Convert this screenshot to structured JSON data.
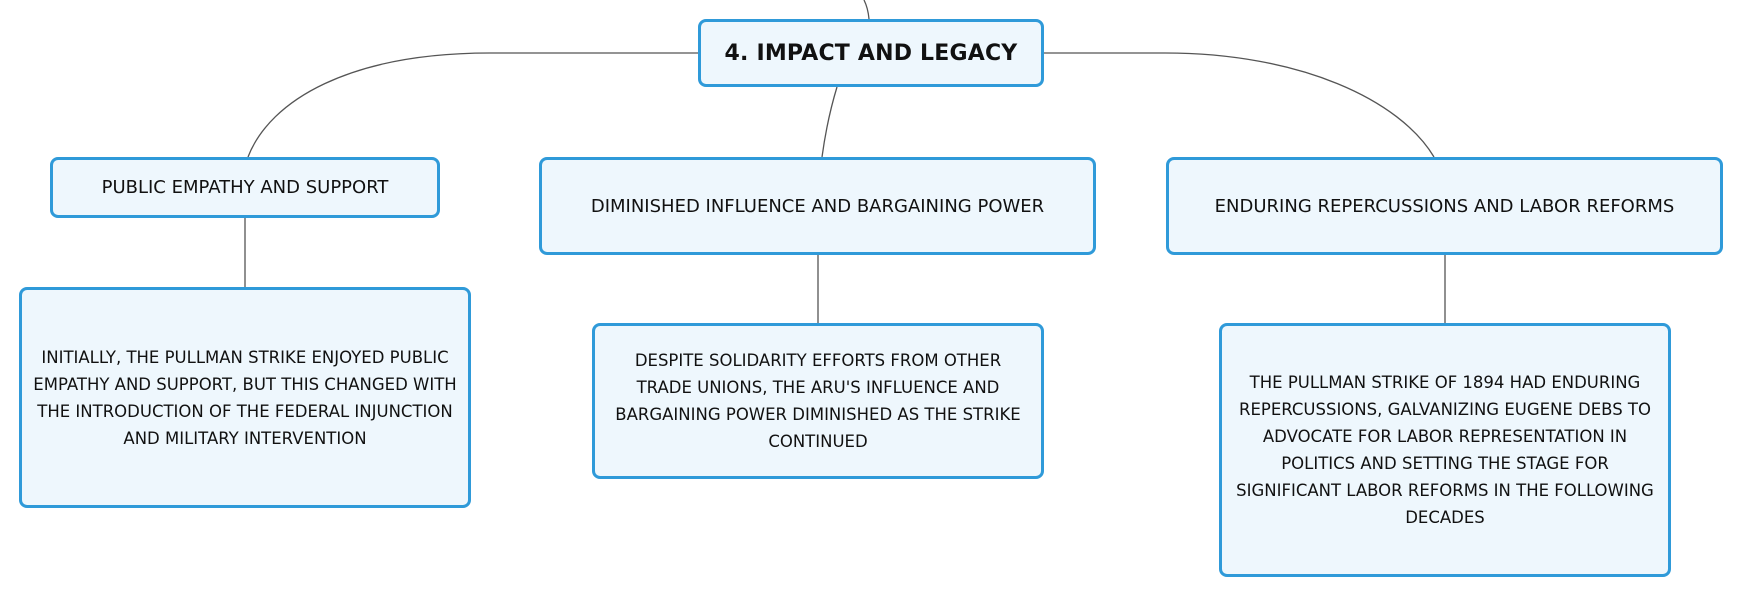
{
  "colors": {
    "node_border": "#2f9ad9",
    "node_fill": "#eef7fd",
    "connector": "#555555",
    "text": "#111111"
  },
  "root": {
    "label": "4. IMPACT AND LEGACY"
  },
  "branches": [
    {
      "label": "PUBLIC EMPATHY AND SUPPORT",
      "detail": "INITIALLY, THE PULLMAN STRIKE ENJOYED PUBLIC EMPATHY AND SUPPORT, BUT THIS CHANGED WITH THE INTRODUCTION OF THE FEDERAL INJUNCTION AND MILITARY INTERVENTION"
    },
    {
      "label": "DIMINISHED INFLUENCE AND BARGAINING POWER",
      "detail": "DESPITE SOLIDARITY EFFORTS FROM OTHER TRADE UNIONS, THE ARU'S INFLUENCE AND BARGAINING POWER DIMINISHED AS THE STRIKE CONTINUED"
    },
    {
      "label": "ENDURING REPERCUSSIONS AND LABOR REFORMS",
      "detail": "THE PULLMAN STRIKE OF 1894 HAD ENDURING REPERCUSSIONS, GALVANIZING EUGENE DEBS TO ADVOCATE FOR LABOR REPRESENTATION IN POLITICS AND SETTING THE STAGE FOR SIGNIFICANT LABOR REFORMS IN THE FOLLOWING DECADES"
    }
  ]
}
